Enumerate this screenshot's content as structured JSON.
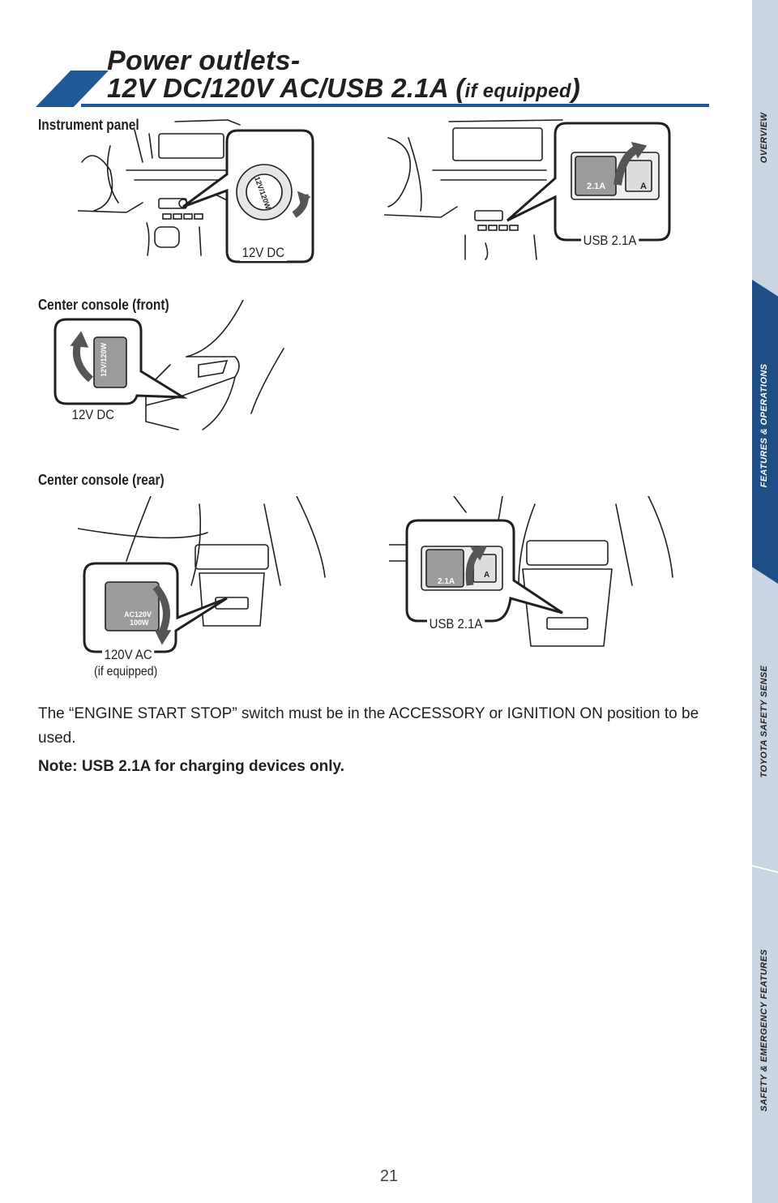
{
  "header": {
    "title_line1": "Power outlets-",
    "title_line2_main": "12V DC/120V AC/USB 2.1A (",
    "title_line2_small": "if equipped",
    "title_line2_end": ")",
    "accent_color": "#1f5a96"
  },
  "sections": {
    "instrument_panel": "Instrument panel",
    "center_front": "Center console (front)",
    "center_rear": "Center console (rear)"
  },
  "callouts": {
    "ip_12v": "12V DC",
    "ip_usb": "USB 2.1A",
    "front_12v": "12V DC",
    "rear_120v": "120V AC",
    "rear_120v_sub": "(if equipped)",
    "rear_usb": "USB 2.1A"
  },
  "outlet_labels": {
    "socket_top": "12V/120W",
    "socket_front": "12V/120W",
    "usb_label": "2.1A",
    "usb_side": "A",
    "ac_line1": "AC120V",
    "ac_line2": "100W"
  },
  "body": {
    "text": "The “ENGINE START STOP” switch must be in the ACCESSORY or IGNITION ON position to be used.",
    "note": "Note: USB 2.1A for charging devices only."
  },
  "page_number": "21",
  "nav": {
    "tabs": [
      {
        "label": "OVERVIEW",
        "active": false
      },
      {
        "label": "FEATURES & OPERATIONS",
        "active": true
      },
      {
        "label": "TOYOTA SAFETY SENSE",
        "active": false
      },
      {
        "label": "SAFETY & EMERGENCY FEATURES",
        "active": false
      }
    ],
    "sidebar_color": "#c9d5e2",
    "active_color": "#1e4e86"
  }
}
